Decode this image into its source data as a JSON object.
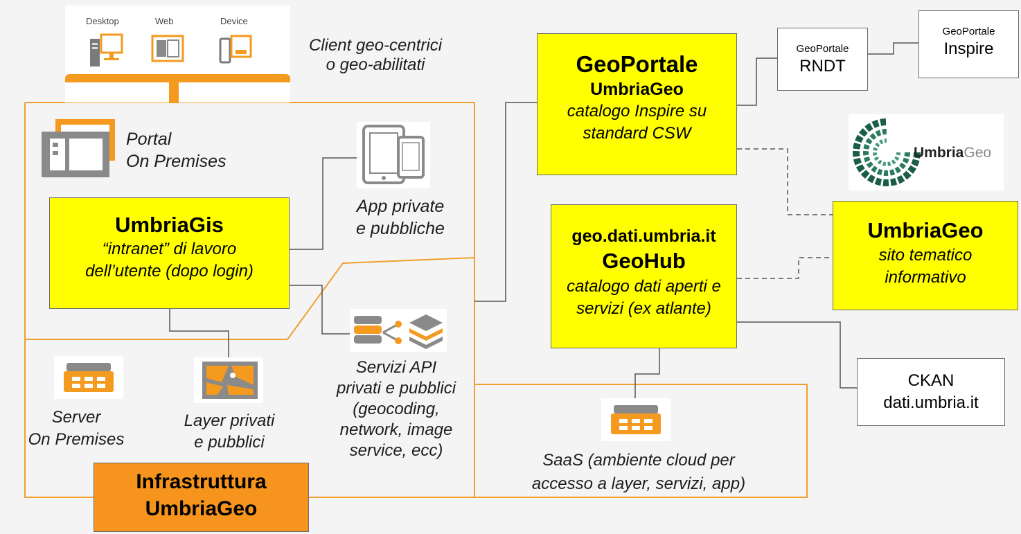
{
  "clients": {
    "desktop_label": "Desktop",
    "web_label": "Web",
    "device_label": "Device",
    "caption_line1": "Client geo-centrici",
    "caption_line2": "o geo-abilitati"
  },
  "portal": {
    "line1": "Portal",
    "line2": "On Premises"
  },
  "umbriagis": {
    "title": "UmbriaGis",
    "line1": "“intranet” di lavoro",
    "line2": "dell’utente (dopo login)"
  },
  "app": {
    "line1": "App private",
    "line2": "e pubbliche"
  },
  "server": {
    "line1": "Server",
    "line2": "On Premises"
  },
  "layer": {
    "line1": "Layer privati",
    "line2": "e pubblici"
  },
  "api": {
    "line1": "Servizi API",
    "line2": "privati e pubblici",
    "line3": "(geocoding,",
    "line4": "network, image",
    "line5": "service, ecc)"
  },
  "infra": {
    "line1": "Infrastruttura",
    "line2": "UmbriaGeo"
  },
  "geoportale": {
    "title": "GeoPortale",
    "subtitle": "UmbriaGeo",
    "line1": "catalogo Inspire su",
    "line2": "standard CSW"
  },
  "rndt": {
    "line1": "GeoPortale",
    "line2": "RNDT"
  },
  "inspire": {
    "line1": "GeoPortale",
    "line2": "Inspire"
  },
  "logo": {
    "text_bold": "Umbria",
    "text_light": "Geo"
  },
  "umbriageo_site": {
    "title": "UmbriaGeo",
    "line1": "sito tematico",
    "line2": "informativo"
  },
  "geohub": {
    "url": "geo.dati.umbria.it",
    "title": "GeoHub",
    "line1": "catalogo dati aperti e",
    "line2": "servizi (ex atlante)"
  },
  "ckan": {
    "line1": "CKAN",
    "line2": "dati.umbria.it"
  },
  "saas": {
    "line1": "SaaS (ambiente cloud per",
    "line2": "accesso a layer, servizi, app)"
  },
  "colors": {
    "orange": "#f39a1f",
    "orange_line": "#f0a030",
    "yellow": "#ffff00",
    "infra_fill": "#f7941d",
    "grey_icon": "#8a8a8a",
    "logo_green": "#1a5e46",
    "background": "#f4f4f4"
  }
}
